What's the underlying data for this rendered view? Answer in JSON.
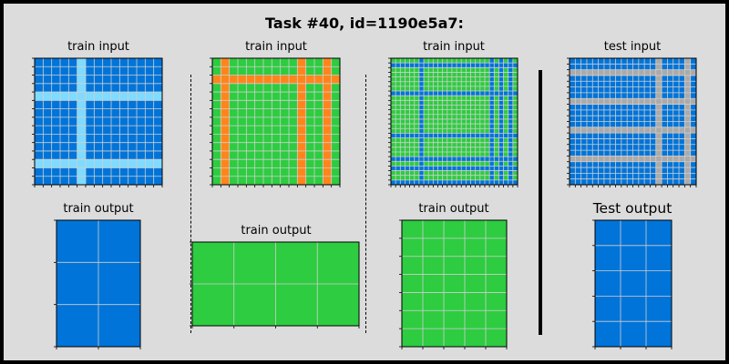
{
  "title": "Task #40, id=1190e5a7:",
  "colors": {
    "0": "#000000",
    "1": "#0074d9",
    "2": "#ff4136",
    "3": "#2ecc40",
    "4": "#ffdc00",
    "5": "#aaaaaa",
    "6": "#f012be",
    "7": "#ff851b",
    "8": "#7fdbff",
    "9": "#870c25",
    "gridline": "#cfcfcf",
    "background": "#dcdcdc"
  },
  "panels": [
    {
      "label": "train input",
      "grid": {
        "rows": 15,
        "cols": 15,
        "bg": 1,
        "line": 8,
        "lineRows": [
          4,
          12
        ],
        "lineCols": [
          5
        ]
      }
    },
    {
      "label": "train output",
      "grid": {
        "rows": 3,
        "cols": 2,
        "bg": 1,
        "line": 8,
        "lineRows": [],
        "lineCols": []
      }
    },
    {
      "label": "train input",
      "grid": {
        "rows": 15,
        "cols": 15,
        "bg": 3,
        "line": 7,
        "lineRows": [
          2
        ],
        "lineCols": [
          1,
          10,
          13
        ]
      }
    },
    {
      "label": "train output",
      "grid": {
        "rows": 2,
        "cols": 4,
        "bg": 3,
        "line": 7,
        "lineRows": [],
        "lineCols": []
      }
    },
    {
      "label": "train input",
      "grid": {
        "rows": 27,
        "cols": 27,
        "bg": 3,
        "line": 1,
        "lineRows": [
          1,
          7,
          16,
          21,
          23,
          26
        ],
        "lineCols": [
          6,
          21,
          23,
          25
        ]
      }
    },
    {
      "label": "train output",
      "grid": {
        "rows": 7,
        "cols": 5,
        "bg": 3,
        "line": 1,
        "lineRows": [],
        "lineCols": []
      }
    },
    {
      "label": "test input",
      "grid": {
        "rows": 22,
        "cols": 22,
        "bg": 1,
        "line": 5,
        "lineRows": [
          2,
          7,
          12,
          17
        ],
        "lineCols": [
          15,
          20
        ]
      }
    },
    {
      "label": "Test output",
      "grid": {
        "rows": 5,
        "cols": 3,
        "bg": 1,
        "line": 5,
        "lineRows": [],
        "lineCols": []
      }
    }
  ]
}
